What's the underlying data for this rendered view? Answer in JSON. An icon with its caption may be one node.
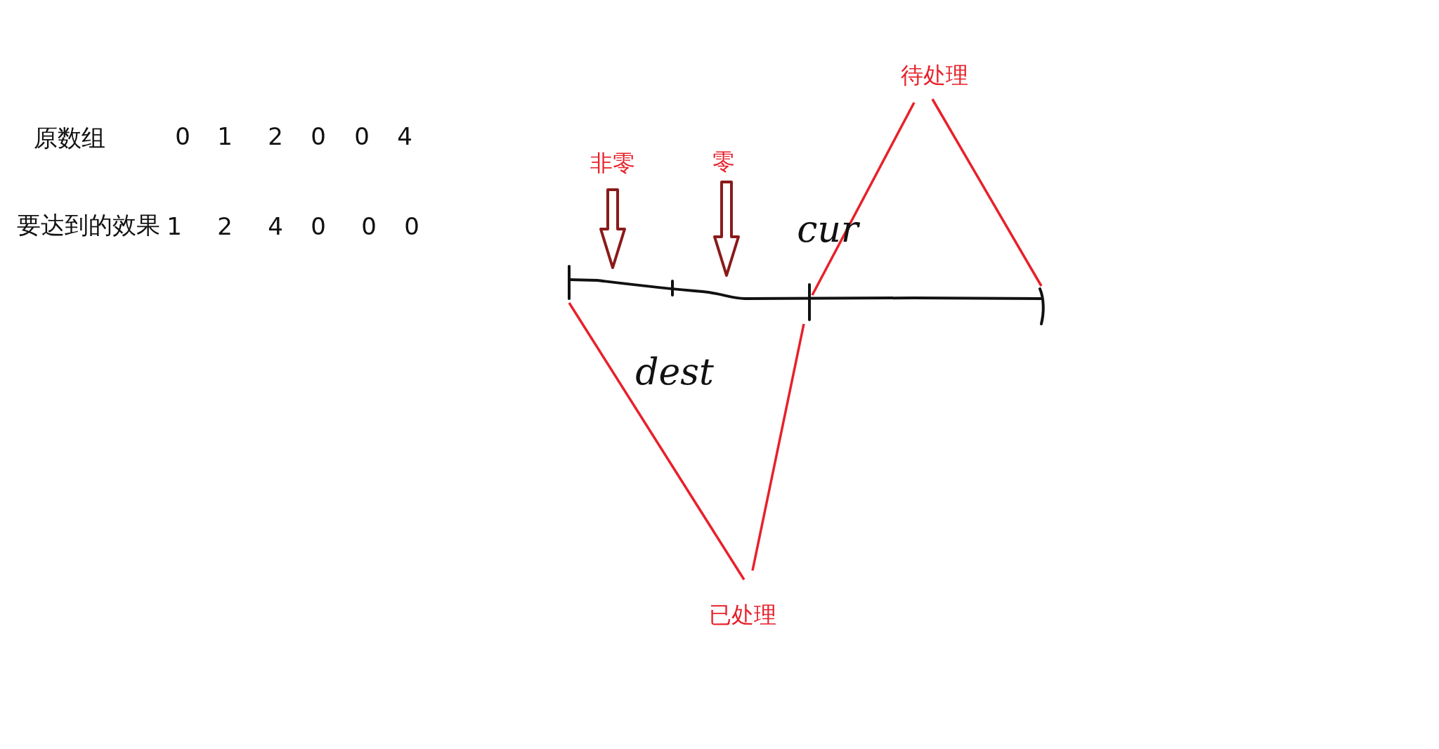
{
  "diagram": {
    "nodes": [
      {
        "text": [
          "非零"
        ]
      },
      {
        "text": [
          "零"
        ]
      }
    ],
    "edges": [
      {
        "from": 0,
        "to": null,
        "arrow": "to"
      },
      {
        "from": 1,
        "to": null,
        "arrow": "to"
      }
    ],
    "labels": [
      "待处理",
      "原数组",
      "0",
      "1",
      "2",
      "0",
      "0",
      "4",
      "要达到的效果",
      "1",
      "2",
      "4",
      "0",
      "0",
      "0",
      "cur",
      "dest",
      "已处理"
    ]
  }
}
